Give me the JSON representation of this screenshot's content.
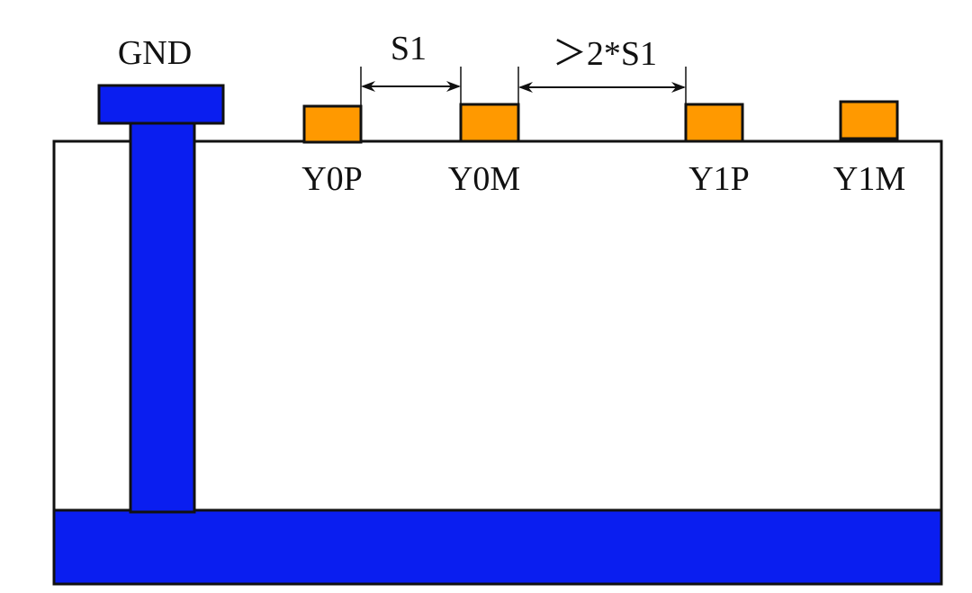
{
  "labels": {
    "gnd": "GND",
    "spacing": "S1",
    "wide_spacing": "＞2*S1",
    "traces": [
      "Y0P",
      "Y0M",
      "Y1P",
      "Y1M"
    ]
  },
  "colors": {
    "ground": "#0A1EF0",
    "trace": "#FF9900",
    "outline": "#111111",
    "substrate": "#FFFFFF"
  }
}
